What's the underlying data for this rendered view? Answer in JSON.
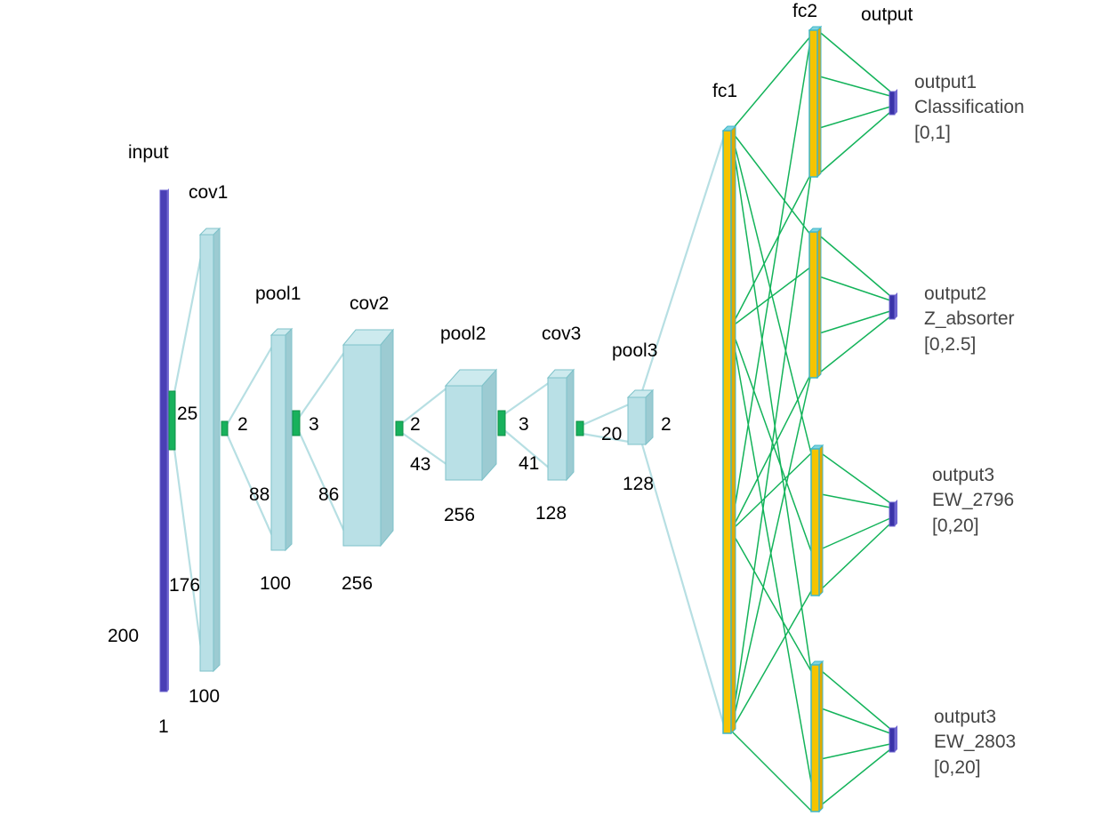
{
  "colors": {
    "input_bar": "#4a3fb5",
    "block_face": "#b9e0e6",
    "block_top": "#cdeaee",
    "block_side": "#9ccbd2",
    "block_edge": "#7ec2c9",
    "kernel": "#18b15c",
    "fc_fill": "#f5c400",
    "fc_edge": "#3fb7c9",
    "output_node": "#3a33a8",
    "thin_link": "#b7dfe3",
    "dense_link": "#13b35a"
  },
  "layers": {
    "input": {
      "name": "input",
      "height": "200",
      "width": "1",
      "kernel": "25"
    },
    "cov1": {
      "name": "cov1",
      "length": "176",
      "filters": "100",
      "kernel": "2"
    },
    "pool1": {
      "name": "pool1",
      "length": "88",
      "filters": "100",
      "kernel": "3"
    },
    "cov2": {
      "name": "cov2",
      "length": "86",
      "filters": "256",
      "kernel": "2"
    },
    "pool2": {
      "name": "pool2",
      "length": "43",
      "filters": "256",
      "kernel": "3"
    },
    "cov3": {
      "name": "cov3",
      "length": "41",
      "filters": "128"
    },
    "pool3": {
      "name": "pool3",
      "length": "20",
      "filters": "128",
      "kernel": "2"
    },
    "fc1": {
      "name": "fc1"
    },
    "fc2": {
      "name": "fc2"
    }
  },
  "output_header": "output",
  "outputs": [
    {
      "id": "output1",
      "name": "Classification",
      "range": "[0,1]"
    },
    {
      "id": "output2",
      "name": "Z_absorter",
      "range": "[0,2.5]"
    },
    {
      "id": "output3",
      "name": "EW_2796",
      "range": "[0,20]"
    },
    {
      "id": "output3",
      "name": "EW_2803",
      "range": "[0,20]"
    }
  ]
}
